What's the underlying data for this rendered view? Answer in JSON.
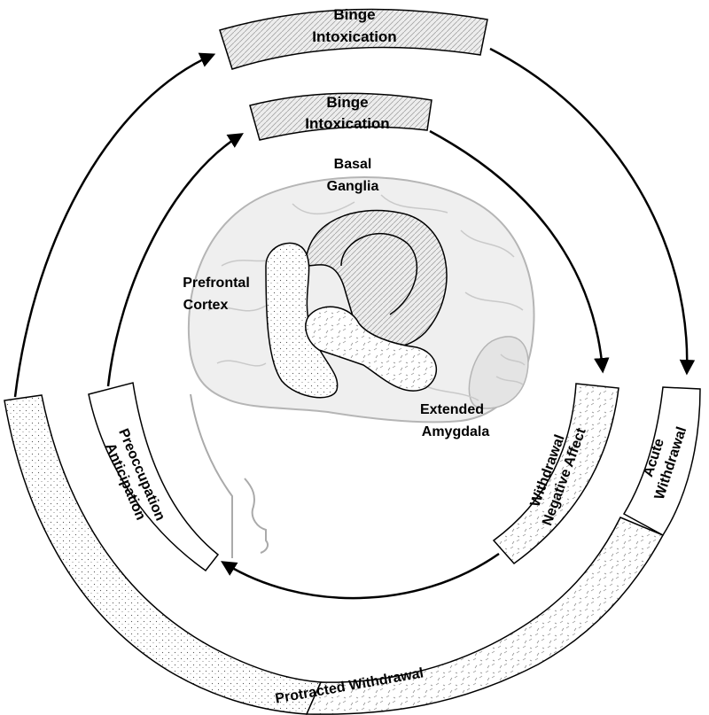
{
  "outer_cycle": {
    "top_line1": "Binge",
    "top_line2": "Intoxication",
    "right_line1": "Acute",
    "right_line2": "Withdrawal",
    "bottom_label": "Protracted Withdrawal"
  },
  "inner_cycle": {
    "top_line1": "Binge",
    "top_line2": "Intoxication",
    "right_line1": "Withdrawal",
    "right_line2": "Negative Affect",
    "left_line1": "Preoccupation",
    "left_line2": "Anticipation"
  },
  "brain_regions": {
    "basal_line1": "Basal",
    "basal_line2": "Ganglia",
    "pfc_line1": "Prefrontal",
    "pfc_line2": "Cortex",
    "amyg_line1": "Extended",
    "amyg_line2": "Amygdala"
  }
}
